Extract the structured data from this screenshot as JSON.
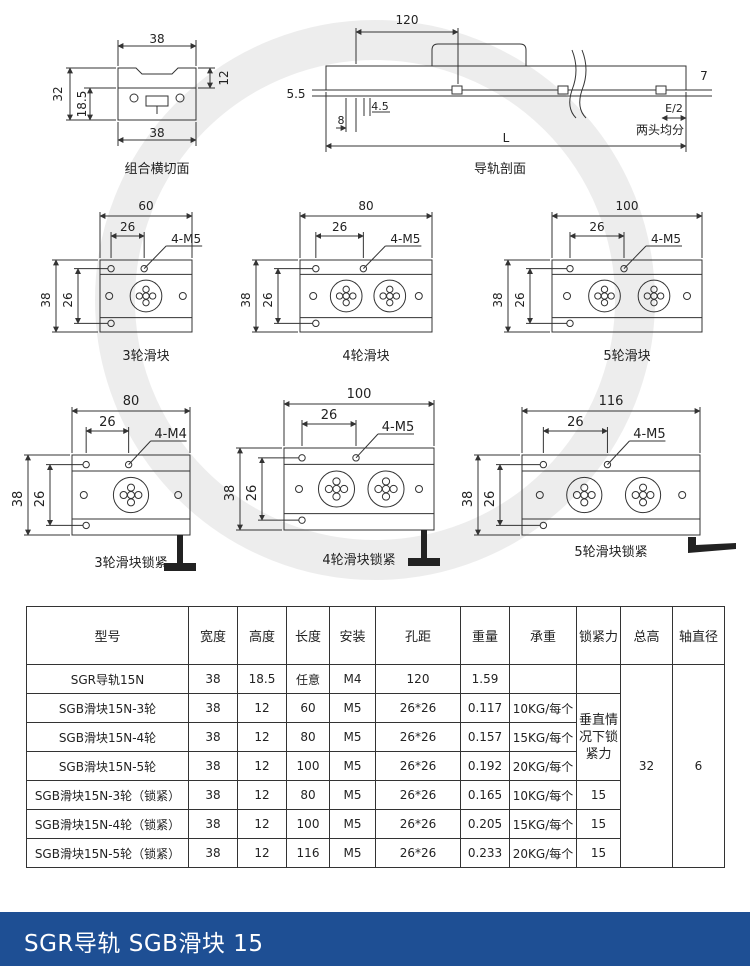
{
  "drawings": {
    "cross_section": {
      "top_width": "38",
      "top_height": "12",
      "rail_height": "18.5",
      "total_height": "32",
      "bottom_width": "38",
      "caption": "组合横切面"
    },
    "rail_profile": {
      "pitch": "120",
      "left_offset": "5.5",
      "hole_dim_a": "8",
      "hole_dim_b": "4.5",
      "height": "7",
      "end_margin": "E/2",
      "length": "L",
      "note": "两头均分",
      "caption": "导轨剖面"
    },
    "blocks": [
      {
        "width": "60",
        "hole_pitch": "26",
        "screws": "4-M5",
        "height": "38",
        "inner": "26",
        "caption": "3轮滑块"
      },
      {
        "width": "80",
        "hole_pitch": "26",
        "screws": "4-M5",
        "height": "38",
        "inner": "26",
        "caption": "4轮滑块"
      },
      {
        "width": "100",
        "hole_pitch": "26",
        "screws": "4-M5",
        "height": "38",
        "inner": "26",
        "caption": "5轮滑块"
      },
      {
        "width": "80",
        "hole_pitch": "26",
        "screws": "4-M4",
        "height": "38",
        "inner": "26",
        "caption": "3轮滑块锁紧"
      },
      {
        "width": "100",
        "hole_pitch": "26",
        "screws": "4-M5",
        "height": "38",
        "inner": "26",
        "caption": "4轮滑块锁紧"
      },
      {
        "width": "116",
        "hole_pitch": "26",
        "screws": "4-M5",
        "height": "38",
        "inner": "26",
        "caption": "5轮滑块锁紧"
      }
    ]
  },
  "table": {
    "headers": [
      "型号",
      "宽度",
      "高度",
      "长度",
      "安装",
      "孔距",
      "重量",
      "承重",
      "锁紧力",
      "总高",
      "轴直径"
    ],
    "rows": [
      [
        "SGR导轨15N",
        "38",
        "18.5",
        "任意",
        "M4",
        "120",
        "1.59",
        ""
      ],
      [
        "SGB滑块15N-3轮",
        "38",
        "12",
        "60",
        "M5",
        "26*26",
        "0.117",
        "10KG/每个"
      ],
      [
        "SGB滑块15N-4轮",
        "38",
        "12",
        "80",
        "M5",
        "26*26",
        "0.157",
        "15KG/每个"
      ],
      [
        "SGB滑块15N-5轮",
        "38",
        "12",
        "100",
        "M5",
        "26*26",
        "0.192",
        "20KG/每个"
      ],
      [
        "SGB滑块15N-3轮（锁紧）",
        "38",
        "12",
        "80",
        "M5",
        "26*26",
        "0.165",
        "10KG/每个"
      ],
      [
        "SGB滑块15N-4轮（锁紧）",
        "38",
        "12",
        "100",
        "M5",
        "26*26",
        "0.205",
        "15KG/每个"
      ],
      [
        "SGB滑块15N-5轮（锁紧）",
        "38",
        "12",
        "116",
        "M5",
        "26*26",
        "0.233",
        "20KG/每个"
      ]
    ],
    "lock_force_vertical": "垂直情况下锁紧力",
    "lock_force_values": [
      "15",
      "15",
      "15"
    ],
    "total_height": "32",
    "shaft_diameter": "6"
  },
  "footer": {
    "title": "SGR导轨 SGB滑块  15"
  },
  "colors": {
    "footer_bg": "#1e4f94",
    "line": "#333333"
  }
}
